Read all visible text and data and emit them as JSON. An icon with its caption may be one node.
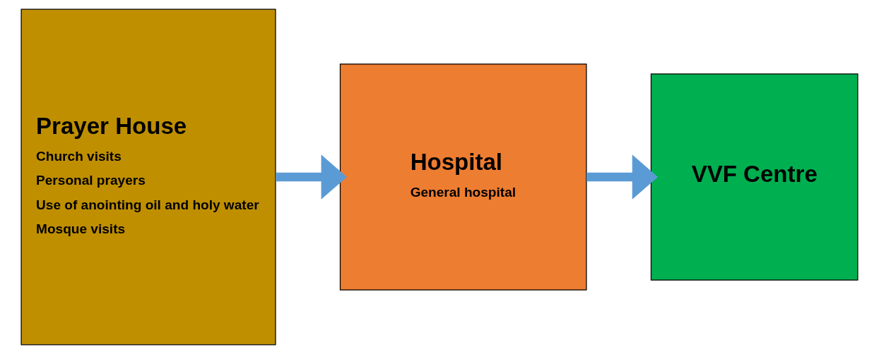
{
  "diagram": {
    "nodes": [
      {
        "text": [
          "Prayer House",
          "Church visits",
          "Personal prayers",
          "Use of anointing oil and holy water",
          "Mosque visits"
        ]
      },
      {
        "text": [
          "Hospital",
          "General hospital"
        ]
      },
      {
        "text": [
          "VVF Centre"
        ]
      }
    ],
    "edges": [
      {
        "from": 0,
        "to": 1,
        "arrow": "to"
      },
      {
        "from": 1,
        "to": 2,
        "arrow": "to"
      }
    ]
  }
}
